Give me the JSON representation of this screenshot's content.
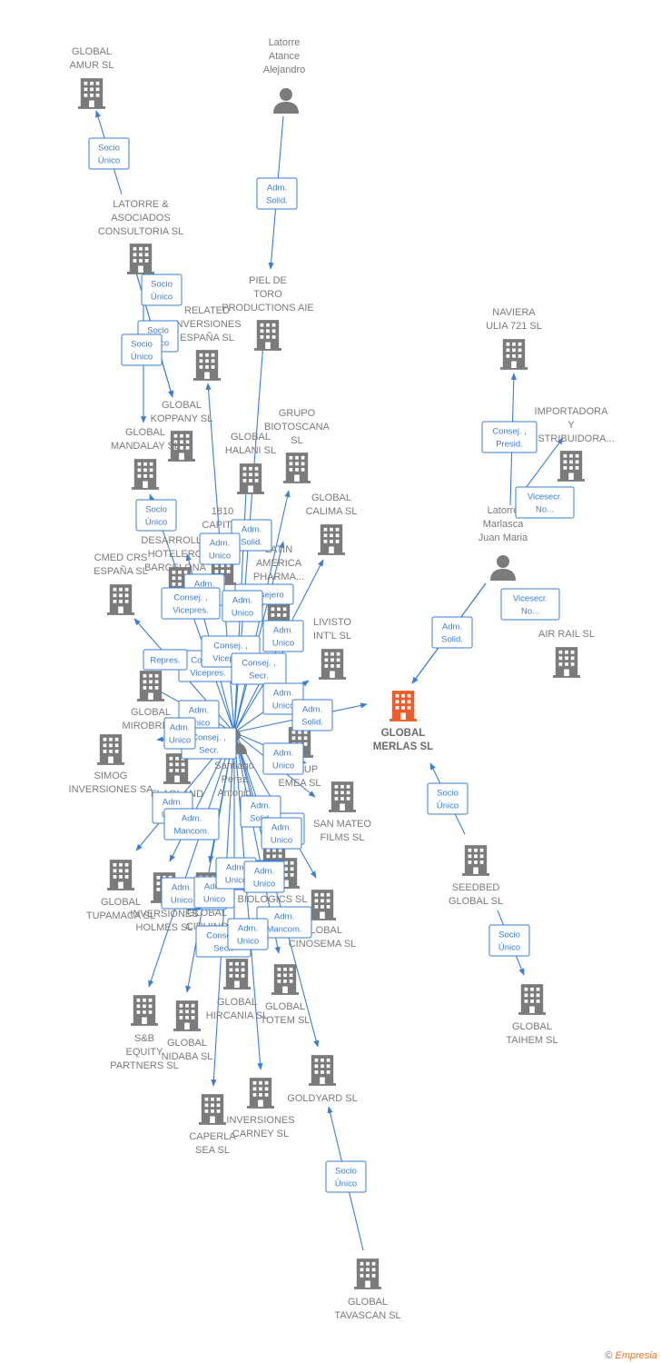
{
  "colors": {
    "company": "#7b7b7b",
    "focus": "#f05a28",
    "person": "#7b7b7b",
    "edge": "#3a7fd5"
  },
  "copyright": {
    "symbol": "©",
    "brand": "Empresia"
  },
  "nodes": [
    {
      "id": "amur",
      "type": "company",
      "icon": "building-icon",
      "label": [
        "GLOBAL",
        "AMUR  SL"
      ]
    },
    {
      "id": "latorre_atance",
      "type": "person",
      "icon": "person-icon",
      "label": [
        "Latorre",
        "Atance",
        "Alejandro"
      ]
    },
    {
      "id": "latorre_asoc",
      "type": "company",
      "icon": "building-icon",
      "label": [
        "LATORRE &",
        "ASOCIADOS",
        "CONSULTORIA SL"
      ]
    },
    {
      "id": "piel_toro",
      "type": "company",
      "icon": "building-icon",
      "label": [
        "PIEL DE",
        "TORO",
        "PRODUCTIONS AIE"
      ]
    },
    {
      "id": "related",
      "type": "company",
      "icon": "building-icon",
      "label": [
        "RELATED",
        "INVERSIONES",
        "ESPAÑA  SL"
      ]
    },
    {
      "id": "naviera",
      "type": "company",
      "icon": "building-icon",
      "label": [
        "NAVIERA",
        "ULIA 721  SL"
      ]
    },
    {
      "id": "koppany",
      "type": "company",
      "icon": "building-icon",
      "label": [
        "GLOBAL",
        "KOPPANY  SL"
      ]
    },
    {
      "id": "mandalay",
      "type": "company",
      "icon": "building-icon",
      "label": [
        "GLOBAL",
        "MANDALAY  SL"
      ]
    },
    {
      "id": "halani",
      "type": "company",
      "icon": "building-icon",
      "label": [
        "GLOBAL",
        "HALANI  SL"
      ]
    },
    {
      "id": "biotoscana",
      "type": "company",
      "icon": "building-icon",
      "label": [
        "GRUPO",
        "BIOTOSCANA",
        "SL"
      ]
    },
    {
      "id": "importadora",
      "type": "company",
      "icon": "building-icon",
      "label": [
        "IMPORTADORA",
        "Y",
        "DISTRIBUIDORA..."
      ]
    },
    {
      "id": "calima",
      "type": "company",
      "icon": "building-icon",
      "label": [
        "GLOBAL",
        "CALIMA SL"
      ]
    },
    {
      "id": "capital1810",
      "type": "company",
      "icon": "building-icon",
      "label": [
        "1810",
        "CAPITAL"
      ]
    },
    {
      "id": "desarrollo",
      "type": "company",
      "icon": "building-icon",
      "label": [
        "DESARROLLO",
        "HOTELERO",
        "BARCELONA"
      ]
    },
    {
      "id": "latorre_marlasca",
      "type": "person",
      "icon": "person-icon",
      "label": [
        "Latorre",
        "Marlasca",
        "Juan Maria"
      ]
    },
    {
      "id": "cmed",
      "type": "company",
      "icon": "building-icon",
      "label": [
        "CMED CRS",
        "ESPAÑA  SL"
      ]
    },
    {
      "id": "latin_america",
      "type": "company",
      "icon": "building-icon",
      "label": [
        "LATIN",
        "AMERICA",
        "PHARMA..."
      ]
    },
    {
      "id": "livisto",
      "type": "company",
      "icon": "building-icon",
      "label": [
        "LIVISTO",
        "INT'L  SL"
      ]
    },
    {
      "id": "air_rail",
      "type": "company",
      "icon": "building-icon",
      "label": [
        "AIR RAIL SL"
      ]
    },
    {
      "id": "mirobriga",
      "type": "company",
      "icon": "building-icon",
      "label": [
        "GLOBAL",
        "MIROBRIGA"
      ]
    },
    {
      "id": "merlas",
      "type": "focus",
      "icon": "building-icon",
      "label": [
        "GLOBAL",
        "MERLAS  SL"
      ]
    },
    {
      "id": "simog",
      "type": "company",
      "icon": "building-icon",
      "label": [
        "SIMOG",
        "INVERSIONES SA"
      ]
    },
    {
      "id": "santiago",
      "type": "person",
      "icon": "person-icon",
      "label": [
        "Santiago",
        "Perez",
        "Antonio"
      ]
    },
    {
      "id": "group_emea",
      "type": "company",
      "icon": "building-icon",
      "label": [
        "GROUP",
        "EMEA  SL"
      ]
    },
    {
      "id": "flagland",
      "type": "company",
      "icon": "building-icon",
      "label": [
        "FLAGLAND"
      ]
    },
    {
      "id": "san_mateo",
      "type": "company",
      "icon": "building-icon",
      "label": [
        "SAN MATEO",
        "FILMS SL"
      ]
    },
    {
      "id": "seedbed",
      "type": "company",
      "icon": "building-icon",
      "label": [
        "SEEDBED",
        "GLOBAL  SL"
      ]
    },
    {
      "id": "tupamaca",
      "type": "company",
      "icon": "building-icon",
      "label": [
        "GLOBAL",
        "TUPAMACA SL"
      ]
    },
    {
      "id": "holmes",
      "type": "company",
      "icon": "building-icon",
      "label": [
        "INVERSIONES",
        "HOLMES SL"
      ]
    },
    {
      "id": "global_ciruno",
      "type": "company",
      "icon": "building-icon",
      "label": [
        "GLOBAL",
        "CIRUINO"
      ]
    },
    {
      "id": "pharma",
      "type": "company",
      "icon": "building-icon",
      "label": [
        "PHARMA"
      ]
    },
    {
      "id": "biologics",
      "type": "company",
      "icon": "building-icon",
      "label": [
        "BIOLOGICS  SL"
      ]
    },
    {
      "id": "cinosema",
      "type": "company",
      "icon": "building-icon",
      "label": [
        "GLOBAL",
        "CINOSEMA SL"
      ]
    },
    {
      "id": "hircania",
      "type": "company",
      "icon": "building-icon",
      "label": [
        "GLOBAL",
        "HIRCANIA  SL"
      ]
    },
    {
      "id": "totem",
      "type": "company",
      "icon": "building-icon",
      "label": [
        "GLOBAL",
        "TOTEM  SL"
      ]
    },
    {
      "id": "sb_equity",
      "type": "company",
      "icon": "building-icon",
      "label": [
        "S&B",
        "EQUITY",
        "PARTNERS  SL"
      ]
    },
    {
      "id": "nidaba",
      "type": "company",
      "icon": "building-icon",
      "label": [
        "GLOBAL",
        "NIDABA  SL"
      ]
    },
    {
      "id": "taihem",
      "type": "company",
      "icon": "building-icon",
      "label": [
        "GLOBAL",
        "TAIHEM SL"
      ]
    },
    {
      "id": "caperla",
      "type": "company",
      "icon": "building-icon",
      "label": [
        "CAPERLA",
        "SEA SL"
      ]
    },
    {
      "id": "carney",
      "type": "company",
      "icon": "building-icon",
      "label": [
        "INVERSIONES",
        "CARNEY SL"
      ]
    },
    {
      "id": "goldyard",
      "type": "company",
      "icon": "building-icon",
      "label": [
        "GOLDYARD SL"
      ]
    },
    {
      "id": "tavascan",
      "type": "company",
      "icon": "building-icon",
      "label": [
        "GLOBAL",
        "TAVASCAN  SL"
      ]
    }
  ],
  "edges": [
    {
      "from": "latorre_asoc",
      "to": "amur",
      "label": [
        "Socio",
        "Único"
      ]
    },
    {
      "from": "latorre_atance",
      "to": "piel_toro",
      "label": [
        "Adm.",
        "Solid."
      ]
    },
    {
      "from": "latorre_asoc",
      "to": "koppany",
      "label": [
        "Socio",
        "Único"
      ]
    },
    {
      "from": "latorre_asoc",
      "to": "koppany",
      "label": [
        "Socio",
        "Único"
      ]
    },
    {
      "from": "latorre_asoc",
      "to": "mandalay",
      "label": [
        "Socio",
        "Único"
      ]
    },
    {
      "from": "latorre_marlasca",
      "to": "naviera",
      "label": [
        "Consej. ,",
        "Presid."
      ]
    },
    {
      "from": "latorre_marlasca",
      "to": "importadora",
      "label": [
        "Vicesecr.",
        "No..."
      ]
    },
    {
      "from": "latorre_marlasca",
      "to": "air_rail",
      "label": [
        "Vicesecr.",
        "No..."
      ]
    },
    {
      "from": "latorre_marlasca",
      "to": "merlas",
      "label": [
        "Adm.",
        "Solid."
      ]
    },
    {
      "from": "seedbed",
      "to": "merlas",
      "label": [
        "Socio",
        "Único"
      ]
    },
    {
      "from": "seedbed",
      "to": "taihem",
      "label": [
        "Socio",
        "Único"
      ]
    },
    {
      "from": "tavascan",
      "to": "goldyard",
      "label": [
        "Socio",
        "Único"
      ]
    },
    {
      "from": "santiago",
      "to": "mandalay",
      "label": [
        "Socio",
        "Único"
      ]
    },
    {
      "from": "santiago",
      "to": "capital1810",
      "label": [
        "Adm.",
        "Solid."
      ]
    },
    {
      "from": "santiago",
      "to": "related",
      "label": [
        "Adm.",
        "Unico"
      ]
    },
    {
      "from": "santiago",
      "to": "desarrollo",
      "label": [
        "Adm.",
        "Unico"
      ]
    },
    {
      "from": "santiago",
      "to": "cmed",
      "label": [
        "Consej. ,",
        "Vicepres."
      ]
    },
    {
      "from": "santiago",
      "to": "latin_america",
      "label": [
        "Consejero"
      ]
    },
    {
      "from": "santiago",
      "to": "halani",
      "label": [
        "Adm.",
        "Unico"
      ]
    },
    {
      "from": "santiago",
      "to": "livisto",
      "label": [
        "Adm.",
        "Unico"
      ]
    },
    {
      "from": "santiago",
      "to": "mirobriga",
      "label": [
        "Consej. ,",
        "Vicepres."
      ]
    },
    {
      "from": "santiago",
      "to": "biotoscana",
      "label": [
        "Consej. ,",
        "Vicepres."
      ]
    },
    {
      "from": "santiago",
      "to": "calima",
      "label": [
        "Consej. ,",
        "Secr."
      ]
    },
    {
      "from": "santiago",
      "to": "group_emea",
      "label": [
        "Adm.",
        "Unico"
      ]
    },
    {
      "from": "santiago",
      "to": "merlas",
      "label": [
        "Adm.",
        "Solid."
      ]
    },
    {
      "from": "santiago",
      "to": "simog",
      "label": [
        "Adm.",
        "Unico"
      ]
    },
    {
      "from": "santiago",
      "to": "flagland",
      "label": [
        "Consej. ,",
        "Secr."
      ]
    },
    {
      "from": "santiago",
      "to": "group_emea",
      "label": [
        "Adm.",
        "Unico"
      ]
    },
    {
      "from": "santiago",
      "to": "san_mateo",
      "label": [
        "Adm.",
        "Unico"
      ]
    },
    {
      "from": "santiago",
      "to": "tupamaca",
      "label": [
        "Adm.",
        "Unico"
      ]
    },
    {
      "from": "santiago",
      "to": "holmes",
      "label": [
        "Adm.",
        "Mancom."
      ]
    },
    {
      "from": "santiago",
      "to": "pharma",
      "label": [
        "Adm.",
        "Solid."
      ]
    },
    {
      "from": "santiago",
      "to": "cinosema",
      "label": [
        "Adm.",
        "Unico"
      ]
    },
    {
      "from": "santiago",
      "to": "global_ciruno",
      "label": [
        "Adm.",
        "Unico"
      ]
    },
    {
      "from": "santiago",
      "to": "biologics",
      "label": [
        "Adm.",
        "Unico"
      ]
    },
    {
      "from": "santiago",
      "to": "sb_equity",
      "label": [
        "Adm.",
        "Unico"
      ]
    },
    {
      "from": "santiago",
      "to": "nidaba",
      "label": [
        "Adm.",
        "Unico"
      ]
    },
    {
      "from": "santiago",
      "to": "totem",
      "label": [
        "Adm.",
        "Mancom."
      ]
    },
    {
      "from": "santiago",
      "to": "hircania",
      "label": [
        "Consej. ,",
        "Secr."
      ]
    },
    {
      "from": "santiago",
      "to": "caperla",
      "label": [
        "Adm.",
        "Unico"
      ]
    },
    {
      "from": "santiago",
      "to": "carney",
      "label": [
        "Adm.",
        "Unico"
      ]
    },
    {
      "from": "santiago",
      "to": "goldyard",
      "label": [
        "Adm.",
        "Unico"
      ]
    }
  ],
  "extra_labels": [
    {
      "label": [
        "Adm.",
        "Unico"
      ]
    },
    {
      "label": [
        "Adm.",
        "Unico"
      ]
    },
    {
      "label": [
        "Repres."
      ]
    }
  ]
}
